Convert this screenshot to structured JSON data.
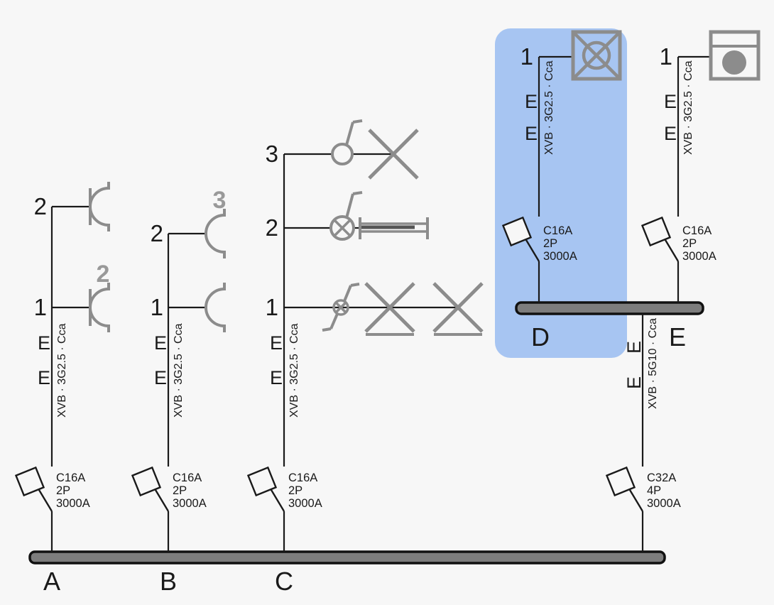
{
  "diagram": {
    "type": "electrical-single-line-diagram",
    "background": "#f7f7f7",
    "colors": {
      "highlight": "#a7c5f2",
      "symbol_gray": "#8c8c8c",
      "busbar_fill": "#7d7d7d",
      "wire": "#1a1a1a",
      "count_label": "#999999"
    }
  },
  "embedded_mark": "E",
  "busbars": {
    "main": {
      "labels": {
        "a": "A",
        "b": "B",
        "c": "C"
      }
    },
    "sub": {
      "labels": {
        "d": "D",
        "e": "E"
      }
    }
  },
  "feeders": {
    "a": {
      "breaker": {
        "type": "C16A",
        "poles": "2P",
        "rating": "3000A"
      },
      "cable": "XVB · 3G2.5 · Cca",
      "circuits": {
        "c1": {
          "number": "1",
          "device": "socket-outlet-earthed",
          "count": "2"
        },
        "c2": {
          "number": "2",
          "device": "socket-outlet-earthed"
        }
      }
    },
    "b": {
      "breaker": {
        "type": "C16A",
        "poles": "2P",
        "rating": "3000A"
      },
      "cable": "XVB · 3G2.5 · Cca",
      "circuits": {
        "c1": {
          "number": "1",
          "device": "socket-outlet"
        },
        "c2": {
          "number": "2",
          "device": "socket-outlet",
          "count": "3"
        }
      }
    },
    "c": {
      "breaker": {
        "type": "C16A",
        "poles": "2P",
        "rating": "3000A"
      },
      "cable": "XVB · 3G2.5 · Cca",
      "circuits": {
        "c1": {
          "number": "1",
          "device": "two-way-switch-with-two-wall-lamps"
        },
        "c2": {
          "number": "2",
          "device": "pilot-switch-with-fluorescent-luminaire"
        },
        "c3": {
          "number": "3",
          "device": "one-way-switch-with-lamp"
        }
      }
    },
    "d": {
      "breaker": {
        "type": "C16A",
        "poles": "2P",
        "rating": "3000A"
      },
      "cable": "XVB · 3G2.5 · Cca",
      "selected": true,
      "circuits": {
        "c1": {
          "number": "1",
          "device": "ventilator"
        }
      }
    },
    "e": {
      "breaker": {
        "type": "C16A",
        "poles": "2P",
        "rating": "3000A"
      },
      "cable": "XVB · 3G2.5 · Cca",
      "circuits": {
        "c1": {
          "number": "1",
          "device": "appliance-washing-machine"
        }
      }
    },
    "sub_feed": {
      "breaker": {
        "type": "C32A",
        "poles": "4P",
        "rating": "3000A"
      },
      "cable": "XVB · 5G10 · Cca"
    }
  }
}
